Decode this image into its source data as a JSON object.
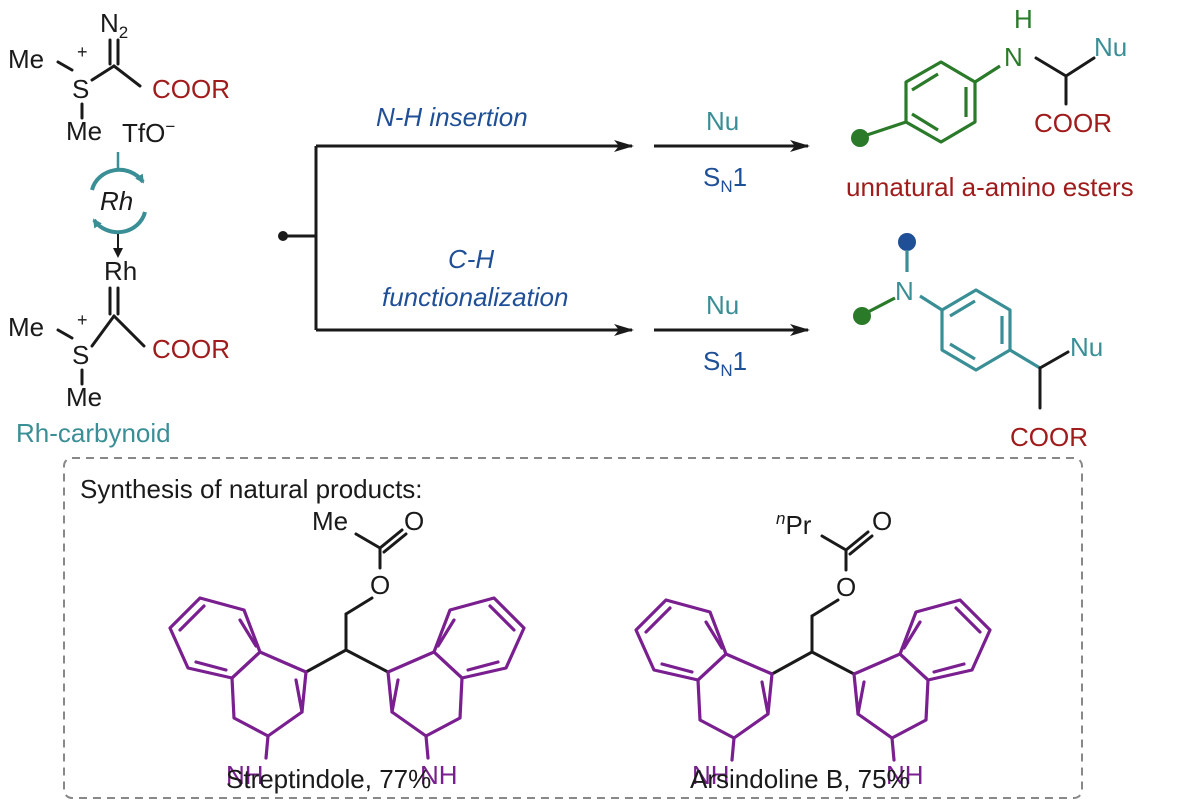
{
  "reagent": {
    "n2": "N",
    "n2_sub": "2",
    "me_top": "Me",
    "s_plus": "+",
    "s": "S",
    "cooR": "COOR",
    "me_bottom": "Me",
    "tfo": "TfO",
    "tfo_charge": "−"
  },
  "catalyst": {
    "label": "Rh"
  },
  "carbynoid": {
    "rh": "Rh",
    "me_top": "Me",
    "s_plus": "+",
    "s": "S",
    "cooR": "COOR",
    "me_bottom": "Me",
    "caption": "Rh-carbynoid"
  },
  "pathways": {
    "top_label": "N-H insertion",
    "bottom_label_line1": "C-H",
    "bottom_label_line2": "functionalization",
    "step2_top": "Nu",
    "step2_bottom_main": "S",
    "step2_bottom_sub": "N",
    "step2_bottom_tail": "1"
  },
  "product_top": {
    "nh": "H",
    "n": "N",
    "nu": "Nu",
    "cooR": "COOR",
    "caption": "unnatural a-amino esters"
  },
  "product_bottom": {
    "n": "N",
    "nu": "Nu",
    "cooR": "COOR"
  },
  "natural_products": {
    "heading": "Synthesis of natural products:",
    "left": {
      "acyl": "Me",
      "o_carbonyl": "O",
      "o_ester": "O",
      "nh_left": "NH",
      "nh_right": "NH",
      "caption": "Streptindole, 77%"
    },
    "right": {
      "acyl_sup": "n",
      "acyl": "Pr",
      "o_carbonyl": "O",
      "o_ester": "O",
      "nh_left": "NH",
      "nh_right": "NH",
      "caption": "Arsindoline B, 75%"
    }
  },
  "colors": {
    "ester": "#a01c1c",
    "rh_teal": "#3a8f96",
    "label_blue": "#1f4f96",
    "aryl_green": "#2a7a2a",
    "indole_purple": "#7a1f8f"
  }
}
